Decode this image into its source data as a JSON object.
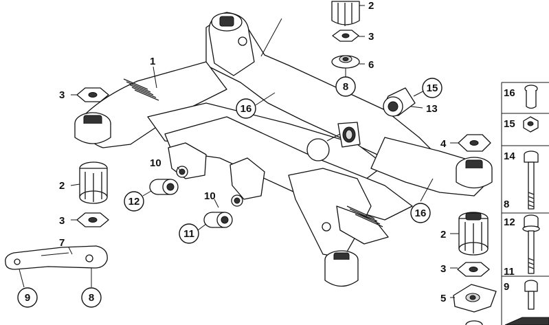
{
  "diagram": {
    "callouts": {
      "c1": "1",
      "c2a": "2",
      "c2b": "2",
      "c2c": "2",
      "c3a": "3",
      "c3b": "3",
      "c3c": "3",
      "c3d": "3",
      "c4": "4",
      "c5": "5",
      "c6": "6",
      "c7": "7",
      "c8a": "8",
      "c8b": "8",
      "c9": "9",
      "c10a": "10",
      "c10b": "10",
      "c11": "11",
      "c12": "12",
      "c13": "13",
      "c15": "15",
      "c16a": "16",
      "c16b": "16"
    },
    "sidebar": {
      "s16": "16",
      "s15": "15",
      "s14": "14",
      "s8": "8",
      "s12": "12",
      "s11": "11",
      "s9": "9"
    }
  }
}
